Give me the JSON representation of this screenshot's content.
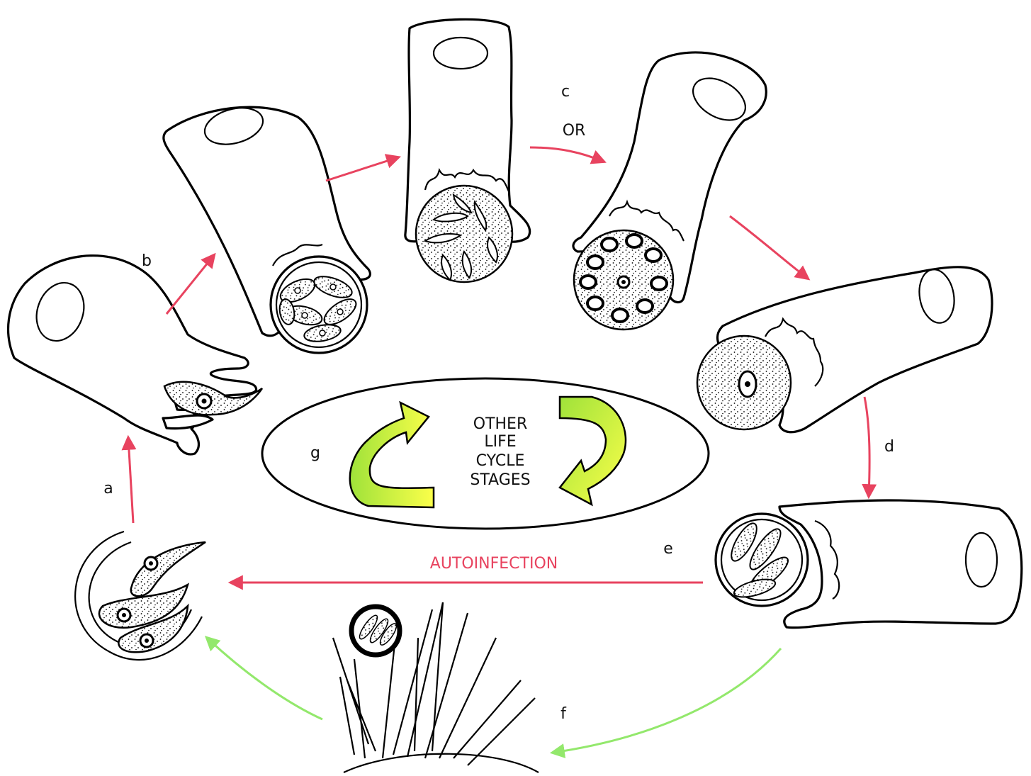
{
  "labels": {
    "a": "a",
    "b": "b",
    "c": "c",
    "or": "OR",
    "d": "d",
    "e": "e",
    "f": "f",
    "g": "g",
    "autoinfection": "AUTOINFECTION",
    "center_line1": "OTHER",
    "center_line2": "LIFE",
    "center_line3": "CYCLE",
    "center_line4": "STAGES"
  },
  "colors": {
    "red_arrow": "#e8435f",
    "green_arrow": "#93e86c",
    "cycle_arrow_fill_start": "#fbff4a",
    "cycle_arrow_fill_end": "#9fe23a",
    "line": "#000000"
  }
}
